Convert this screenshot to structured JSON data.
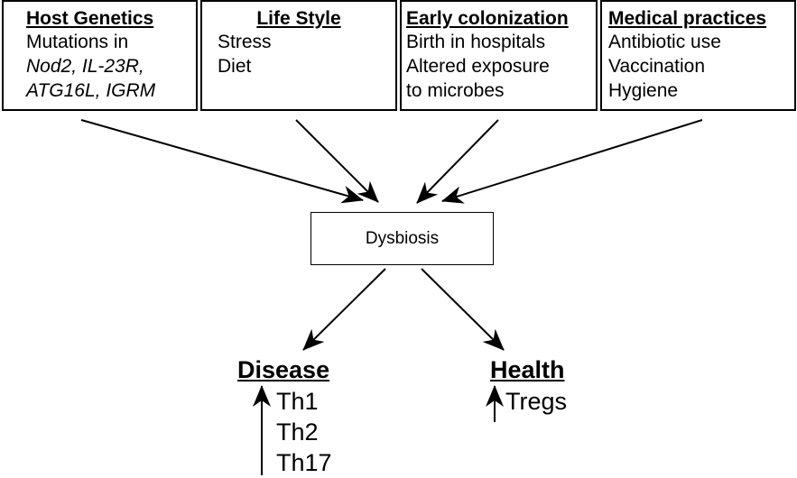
{
  "factors": [
    {
      "title": "Host Genetics",
      "lines": [
        "Mutations in",
        "Nod2, IL-23R,",
        "ATG16L, IGRM"
      ]
    },
    {
      "title": "Life Style",
      "lines": [
        "Stress",
        "Diet"
      ]
    },
    {
      "title": "Early colonization",
      "lines": [
        "Birth in hospitals",
        "Altered exposure",
        "to microbes"
      ]
    },
    {
      "title": "Medical practices",
      "lines": [
        "Antibiotic use",
        "Vaccination",
        "Hygiene"
      ]
    }
  ],
  "center": {
    "label": "Dysbiosis"
  },
  "outcomes": {
    "disease": {
      "title": "Disease",
      "cells": [
        "Th1",
        "Th2",
        "Th17"
      ]
    },
    "health": {
      "title": "Health",
      "cells": [
        "Tregs"
      ]
    }
  }
}
